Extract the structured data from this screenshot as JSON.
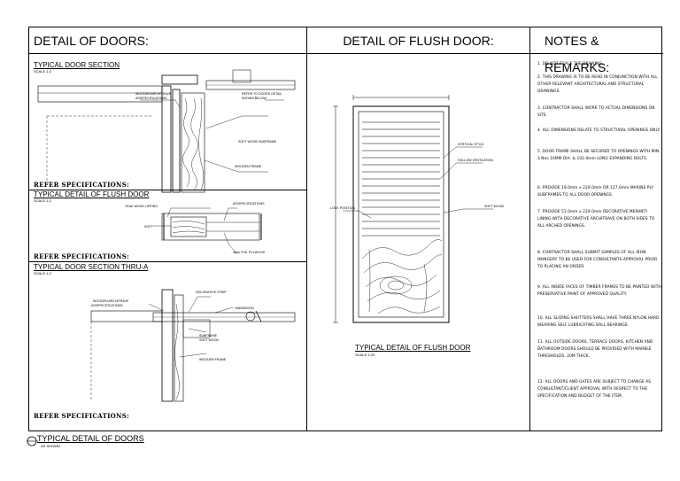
{
  "headers": {
    "doors": "DETAIL OF DOORS:",
    "flush": "DETAIL OF FLUSH DOOR:",
    "notes": "NOTES & REMARKS:"
  },
  "section1": {
    "title": "TYPICAL DOOR SECTION",
    "scale": "SCALE 1:2",
    "labels": {
      "architrave": "WOODEN ARCHITRAVE",
      "as_spec": "AS/SPECIFICATIONS",
      "refer_detail": "REFER TO DOORS DETAIL",
      "shown_below": "SHOWN BELOW",
      "subframe": "SOFT WOOD SUBFRAME",
      "frame": "WOODEN FRAME"
    },
    "refer": "REFER SPECIFICATIONS:"
  },
  "section2": {
    "title": "TYPICAL DETAIL OF FLUSH DOOR",
    "scale": "SCALE 1:2",
    "labels": {
      "lipping": "TEAK WOOD LIPPING",
      "as_spec": "AS/SPECIFICATIONS",
      "soft": "SOFT",
      "plywood": "4mm THK. PLYWOOD"
    },
    "refer": "REFER SPECIFICATIONS:"
  },
  "section3": {
    "title": "TYPICAL DOOR SECTION THRU-A",
    "scale": "SCALE 1:2",
    "labels": {
      "architrave": "WOODEN ARCHITRAVE",
      "as_spec": "AS/SPECIFICATIONS",
      "strip": "DECORATIVE STRIP",
      "hardwood": "HARDWOOD",
      "subframe": "SUBFRAME",
      "softwood": "SOFT WOOD",
      "frame": "WOODEN FRAME"
    },
    "refer": "REFER SPECIFICATIONS:"
  },
  "flush": {
    "labels": {
      "vertical": "VERTICAL STYLE",
      "hollow": "HOLLOW VENTILATION",
      "lock": "LOCK POSITION",
      "softwood": "SOFT WOOD"
    },
    "title": "TYPICAL DETAIL OF FLUSH DOOR",
    "scale": "SCALE 1:20"
  },
  "notes": [
    "1. DO NOT SCALE THE DRAWING.",
    "2. THIS DRAWING IS TO BE READ IN CONJUNCTION WITH ALL OTHER RELEVANT ARCHITECTURAL AND STRUCTURAL DRAWINGS.",
    "3. CONTRACTOR SHALL WORK TO ACTUAL DIMENSIONS ON SITE.",
    "4. ALL DIMENSIONS RELATE TO STRUCTURAL OPENINGS ONLY.",
    "5. DOOR FRAME SHALL BE SECURED TO OPENINGS WITH MIN. 3 Nos 16MM DIA. & 102.0mm LONG EXPANDING BOLTS.",
    "6. PROVIDE 19.0mm x 229.0mm OR 127.0mm MARINE PLY SUBFRAMES TO ALL DOOR OPENINGS.",
    "7. PROVIDE 51.0mm x 229.0mm DECORATIVE MERANTI LINING WITH DECORATIVE ARCHITRAVE ON BOTH SIDES TO ALL ARCHED OPENINGS.",
    "8. CONTRACTOR SHALL SUBMIT SAMPLES OF ALL IRON MONGERY TO BE USED FOR CONSULTANTS APPROVAL PRIOR TO PLACING AN ORDER.",
    "9. ALL INSIDE FACES OF TIMBER FRAMES TO BE PAINTED WITH PRESERVATIVE PAINT OF APPROVED QUALITY.",
    "10. ALL SLIDING SHUTTERS SHALL HAVE THREE NYLON HARD WEARING SELF LUBRICATING BALL BEARINGS.",
    "11. ALL OUTSIDE DOORS, TERRACE DOORS, KITCHEN AND BATHROOM DOORS SHOULD BE PROVIDED WITH MARBLE THRESHOLDS, 20M THICK.",
    "12. ALL DOORS AND GATES ARE SUBJECT TO CHANGE AS CONSULTANT/CLIENT APPROVAL WITH RESPECT TO THE SPECIFICATION AND BUDGET OF THE ITEM."
  ],
  "footer": {
    "title": "TYPICAL DETAIL  OF DOORS",
    "scale": "AS SHOWN"
  }
}
